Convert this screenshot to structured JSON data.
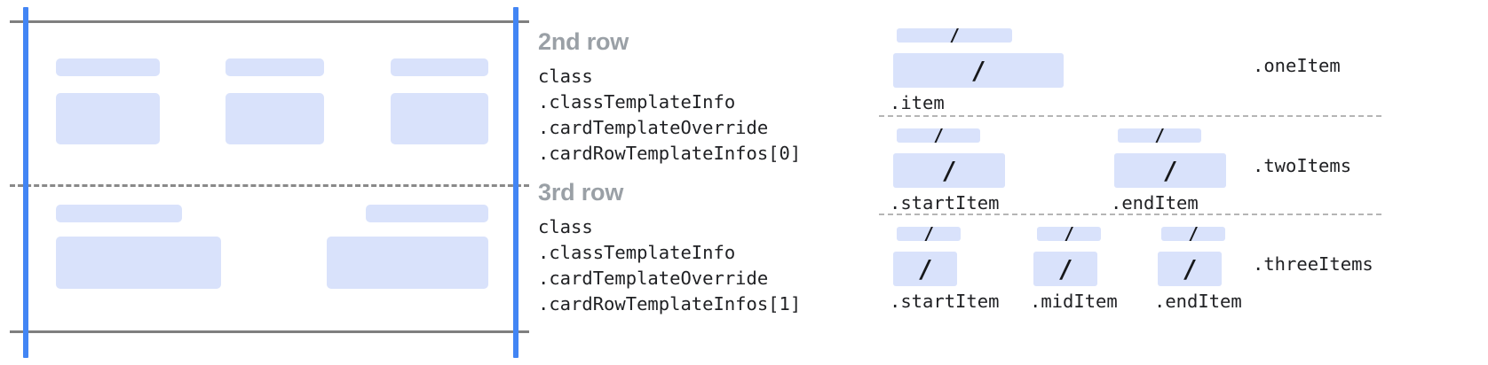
{
  "colors": {
    "placeholder_block": "#d9e2fb",
    "guide_line_blue": "#4285f4",
    "rule_gray": "#7f7f7f",
    "dashed_gray": "#8a8a8a",
    "title_gray": "#9aa0a6",
    "code_text": "#202124"
  },
  "left_panel": {
    "rows": [
      {
        "name": "2nd-row-preview",
        "cells": [
          {
            "label_bar": true,
            "content_bar": true
          },
          {
            "label_bar": true,
            "content_bar": true
          },
          {
            "label_bar": true,
            "content_bar": true
          }
        ]
      },
      {
        "name": "3rd-row-preview",
        "cells": [
          {
            "label_bar": true,
            "content_bar": true
          },
          {
            "label_bar": true,
            "content_bar": true
          }
        ]
      }
    ]
  },
  "text_blocks": [
    {
      "title": "2nd row",
      "code": "class\n.classTemplateInfo\n.cardTemplateOverride\n.cardRowTemplateInfos[0]"
    },
    {
      "title": "3rd row",
      "code": "class\n.classTemplateInfo\n.cardTemplateOverride\n.cardRowTemplateInfos[1]"
    }
  ],
  "variants": [
    {
      "name": "oneItem",
      "variant_label": ".oneItem",
      "items": [
        {
          "label": ".item",
          "slash": "/"
        }
      ]
    },
    {
      "name": "twoItems",
      "variant_label": ".twoItems",
      "items": [
        {
          "label": ".startItem",
          "slash": "/"
        },
        {
          "label": ".endItem",
          "slash": "/"
        }
      ]
    },
    {
      "name": "threeItems",
      "variant_label": ".threeItems",
      "items": [
        {
          "label": ".startItem",
          "slash": "/"
        },
        {
          "label": ".midItem",
          "slash": "/"
        },
        {
          "label": ".endItem",
          "slash": "/"
        }
      ]
    }
  ]
}
